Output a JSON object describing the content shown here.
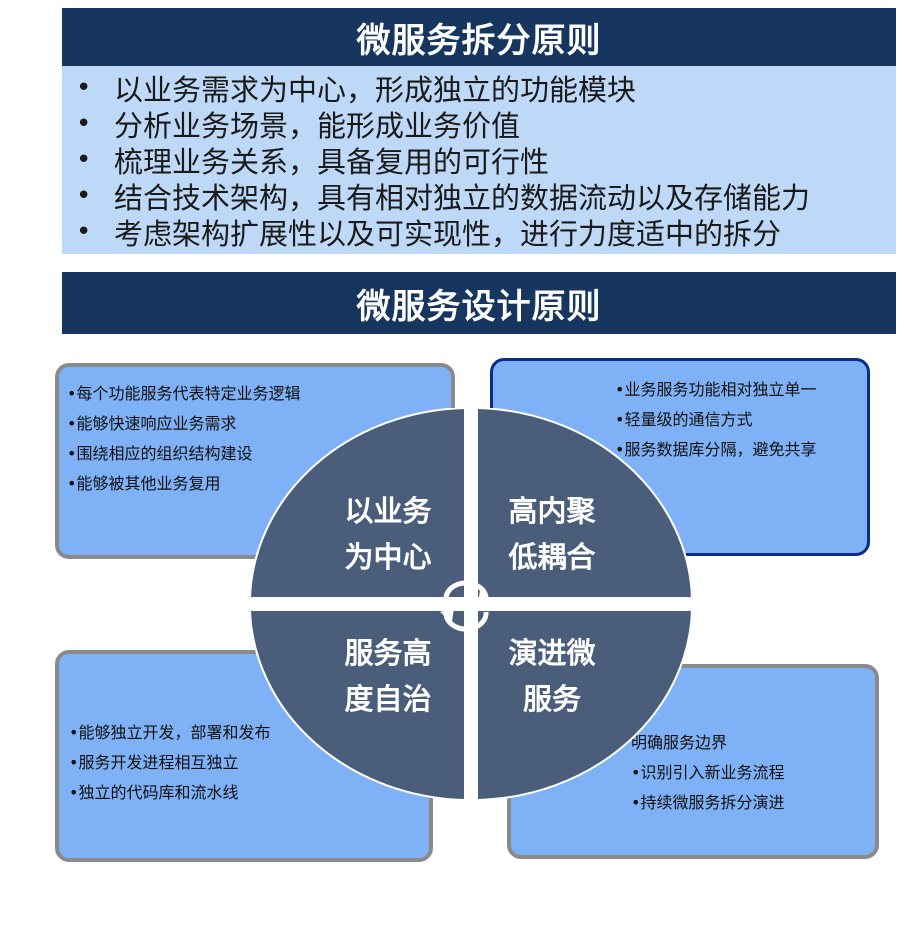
{
  "split_section": {
    "title": "微服务拆分原则",
    "bullet": "•",
    "items": [
      "以业务需求为中心，形成独立的功能模块",
      "分析业务场景，能形成业务价值",
      "梳理业务关系，具备复用的可行性",
      "结合技术架构，具有相对独立的数据流动以及存储能力",
      "考虑架构扩展性以及可实现性，进行力度适中的拆分"
    ]
  },
  "design_section": {
    "title": "微服务设计原则",
    "quadrants": {
      "top_left": {
        "label_line1": "以业务",
        "label_line2": "为中心"
      },
      "top_right": {
        "label_line1": "高内聚",
        "label_line2": "低耦合"
      },
      "bottom_left": {
        "label_line1": "服务高",
        "label_line2": "度自治"
      },
      "bottom_right": {
        "label_line1": "演进微",
        "label_line2": "服务"
      }
    },
    "cards": {
      "top_left": [
        "•每个功能服务代表特定业务逻辑",
        "•能够快速响应业务需求",
        "•围绕相应的组织结构建设",
        "•能够被其他业务复用"
      ],
      "top_right": [
        "•业务服务功能相对独立单一",
        "•轻量级的通信方式",
        "•服务数据库分隔，避免共享"
      ],
      "bottom_left": [
        "•能够独立开发，部署和发布",
        "•服务开发进程相互独立",
        "•独立的代码库和流水线"
      ],
      "bottom_right": [
        "明确服务边界",
        "•识别引入新业务流程",
        "•持续微服务拆分演进"
      ]
    }
  },
  "colors": {
    "banner": "#16365f",
    "split_panel": "#bed9f7",
    "card_fill": "#7eb1f5",
    "card_border": "#8a8a8a",
    "card_border_highlight": "#0d2a86",
    "quadrant_fill": "#4a5e7c"
  },
  "icons": {
    "center": "cycle-arrows-icon"
  }
}
